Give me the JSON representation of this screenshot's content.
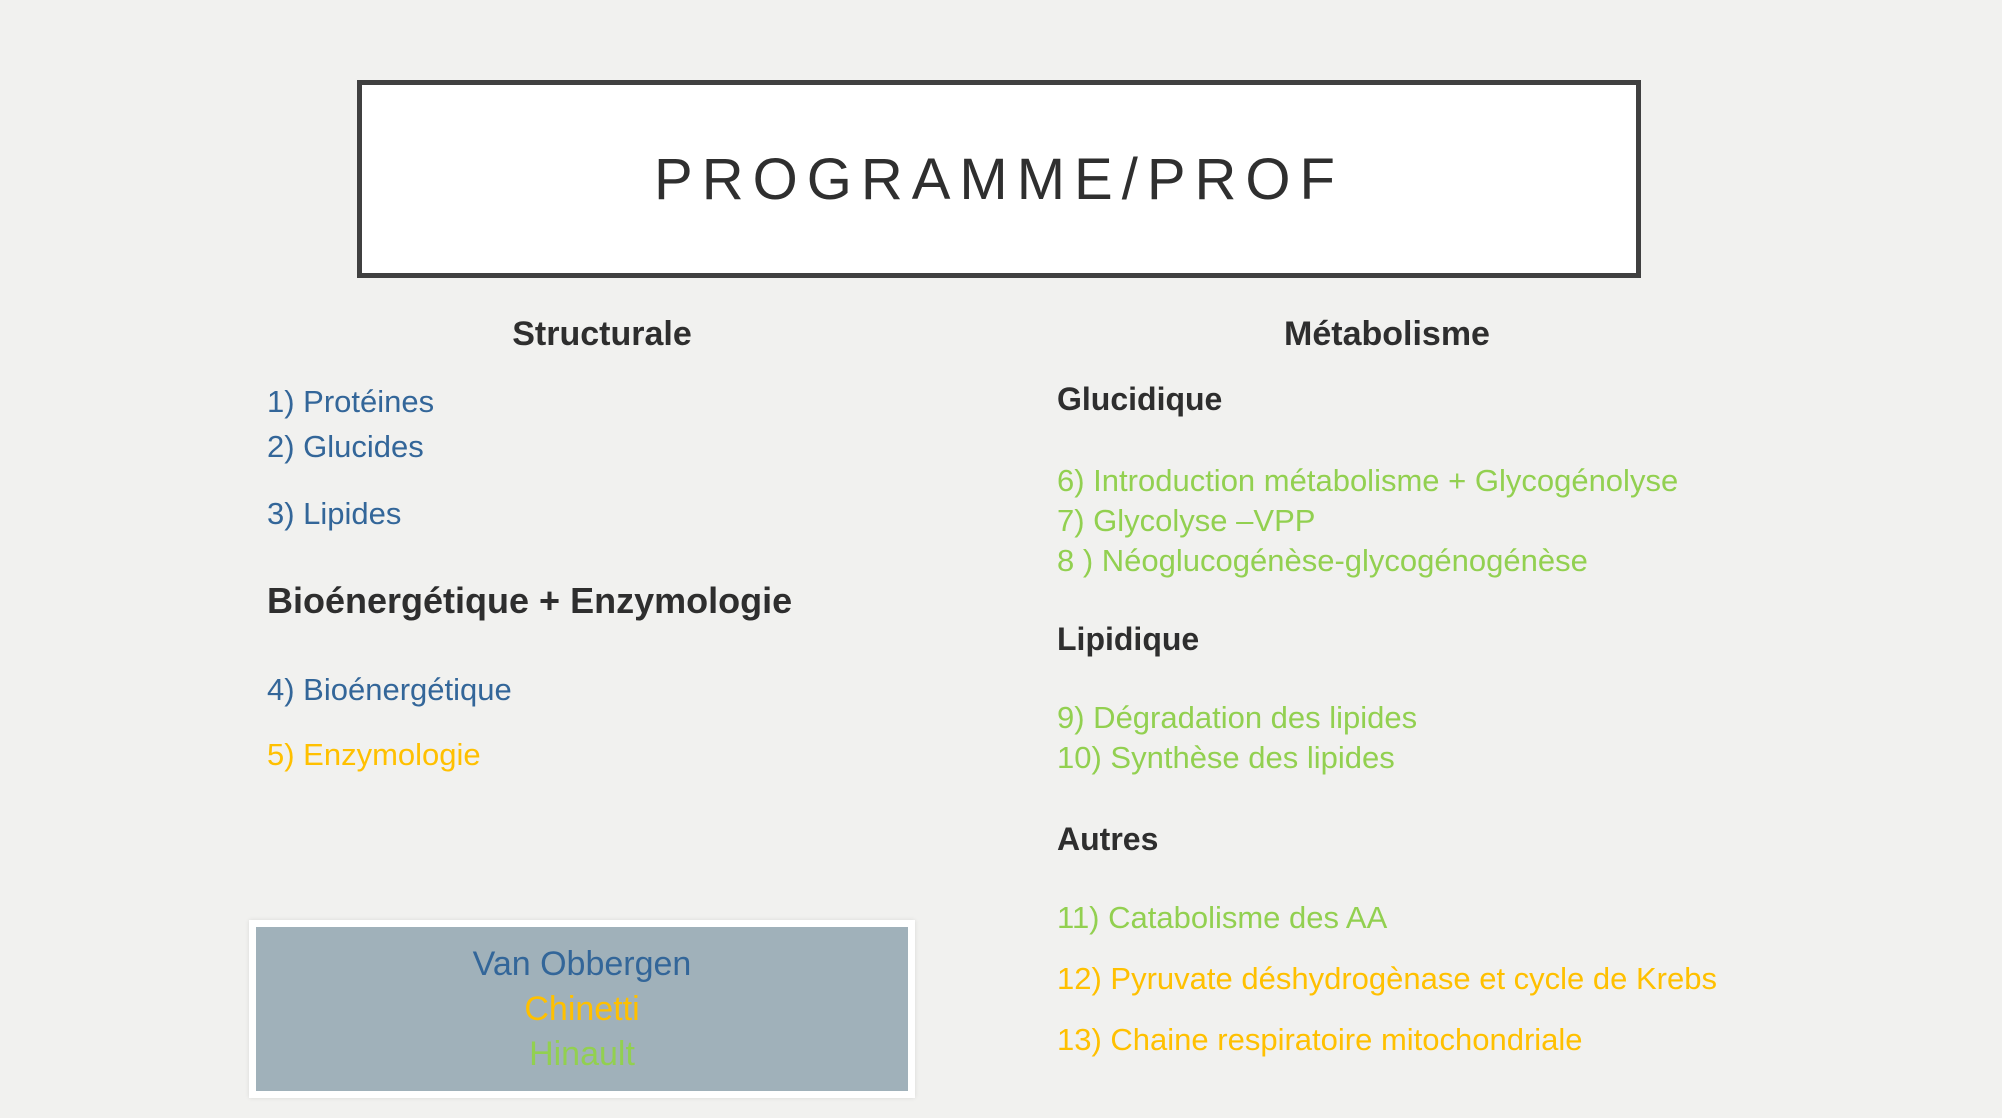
{
  "colors": {
    "blue": "#336699",
    "orange": "#FFC000",
    "green": "#92D050",
    "dark": "#2E2E2E",
    "background": "#F1F1EF",
    "box_fill": "#A0B1BA",
    "title_border": "#404040"
  },
  "title": "PROGRAMME/PROF",
  "left": {
    "heading": "Structurale",
    "items": [
      {
        "text": "1) Protéines",
        "color": "blue"
      },
      {
        "text": "2) Glucides",
        "color": "blue"
      },
      {
        "text": "3) Lipides",
        "color": "blue"
      }
    ],
    "subheading": "Bioénergétique + Enzymologie",
    "items2": [
      {
        "text": "4) Bioénergétique",
        "color": "blue"
      },
      {
        "text": "5) Enzymologie",
        "color": "orange"
      }
    ]
  },
  "right": {
    "heading": "Métabolisme",
    "sections": [
      {
        "title": "Glucidique",
        "items": [
          {
            "text": "6) Introduction métabolisme + Glycogénolyse",
            "color": "green"
          },
          {
            "text": "7) Glycolyse –VPP",
            "color": "green"
          },
          {
            "text": "8 ) Néoglucogénèse-glycogénogénèse",
            "color": "green"
          }
        ]
      },
      {
        "title": "Lipidique",
        "items": [
          {
            "text": "9) Dégradation des lipides",
            "color": "green"
          },
          {
            "text": "10) Synthèse des lipides",
            "color": "green"
          }
        ]
      },
      {
        "title": "Autres",
        "items": [
          {
            "text": "11) Catabolisme des AA",
            "color": "green"
          },
          {
            "text": "12) Pyruvate déshydrogènase et cycle de Krebs",
            "color": "orange"
          },
          {
            "text": "13) Chaine respiratoire mitochondriale",
            "color": "orange"
          }
        ]
      }
    ]
  },
  "professors": {
    "names": [
      {
        "text": "Van Obbergen",
        "color": "blue"
      },
      {
        "text": "Chinetti",
        "color": "orange"
      },
      {
        "text": "Hinault",
        "color": "green"
      }
    ]
  }
}
